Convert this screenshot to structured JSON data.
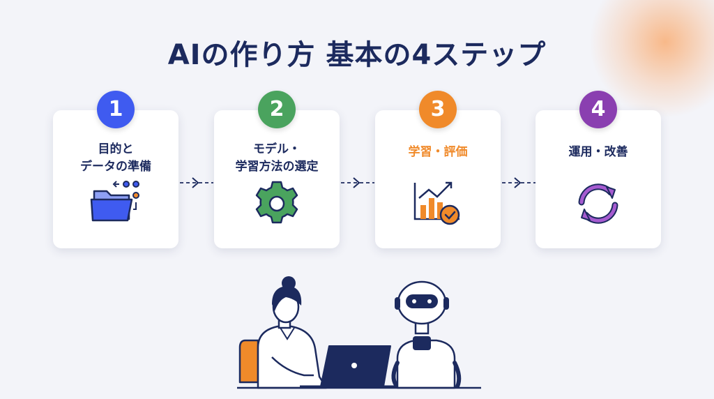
{
  "title": "AIの作り方 基本の4ステップ",
  "steps": [
    {
      "number": "1",
      "lines": [
        "目的と",
        "データの準備"
      ],
      "color": "#3f5bf0",
      "icon": "folder-data-icon"
    },
    {
      "number": "2",
      "lines": [
        "モデル・",
        "学習方法の選定"
      ],
      "color": "#4aa35e",
      "icon": "gear-icon"
    },
    {
      "number": "3",
      "lines": [
        "学習・評価"
      ],
      "color": "#f08a2a",
      "icon": "chart-check-icon"
    },
    {
      "number": "4",
      "lines": [
        "運用・改善"
      ],
      "color": "#8a3fb0",
      "icon": "cycle-arrows-icon"
    }
  ],
  "colors": {
    "title": "#1c2a5e",
    "connector": "#1c2a5e",
    "step3_label": "#f08a2a"
  }
}
